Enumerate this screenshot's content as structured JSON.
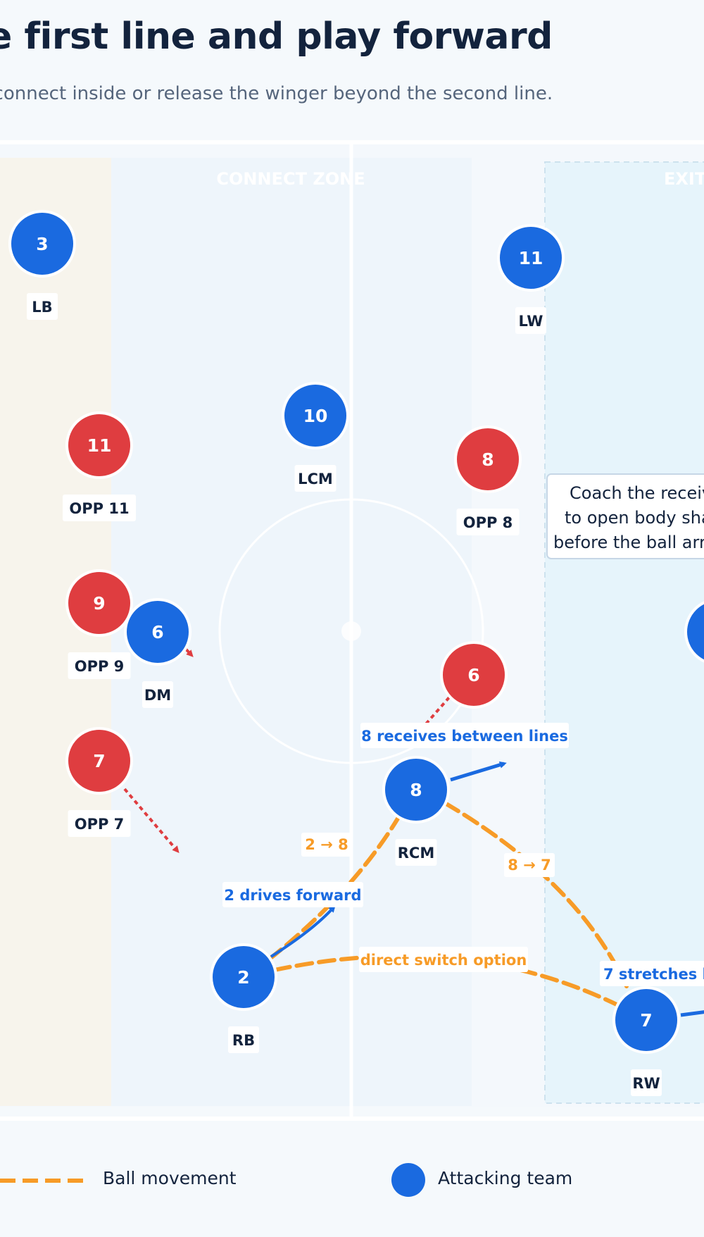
{
  "header": {
    "title": "e first line and play forward",
    "subtitle": ", connect inside or release the winger beyond the second line."
  },
  "zones": {
    "connect_label": "CONNECT ZONE",
    "exit_label": "EXIT"
  },
  "colors": {
    "attacking": "#1a6ae0",
    "opponent": "#df3d40",
    "ball_movement": "#f79b27",
    "player_movement": "#1a6ae0",
    "label_text": "#13233d"
  },
  "players": [
    {
      "team": "attack",
      "number": "3",
      "label": "LB"
    },
    {
      "team": "attack",
      "number": "11",
      "label": "LW"
    },
    {
      "team": "attack",
      "number": "10",
      "label": "LCM"
    },
    {
      "team": "attack",
      "number": "6",
      "label": "DM"
    },
    {
      "team": "attack",
      "number": "8",
      "label": "RCM"
    },
    {
      "team": "attack",
      "number": "2",
      "label": "RB"
    },
    {
      "team": "attack",
      "number": "7",
      "label": "RW"
    },
    {
      "team": "attack",
      "number": "",
      "label": ""
    },
    {
      "team": "opponent",
      "number": "11",
      "label": "OPP 11"
    },
    {
      "team": "opponent",
      "number": "8",
      "label": "OPP 8"
    },
    {
      "team": "opponent",
      "number": "9",
      "label": "OPP 9"
    },
    {
      "team": "opponent",
      "number": "6",
      "label": ""
    },
    {
      "team": "opponent",
      "number": "7",
      "label": "OPP 7"
    }
  ],
  "annotations": {
    "pass_2_8": "2 → 8",
    "pass_8_7": "8 → 7",
    "switch": "direct switch option",
    "drive_2": "2 drives forward",
    "receive_8": "8 receives between lines",
    "stretch_7": "7 stretches l"
  },
  "coach_note": {
    "lines": [
      "Coach the receiv",
      "to open body sha",
      "before the ball arri"
    ]
  },
  "legend": {
    "ball_movement": "Ball movement",
    "attacking_team": "Attacking team"
  }
}
